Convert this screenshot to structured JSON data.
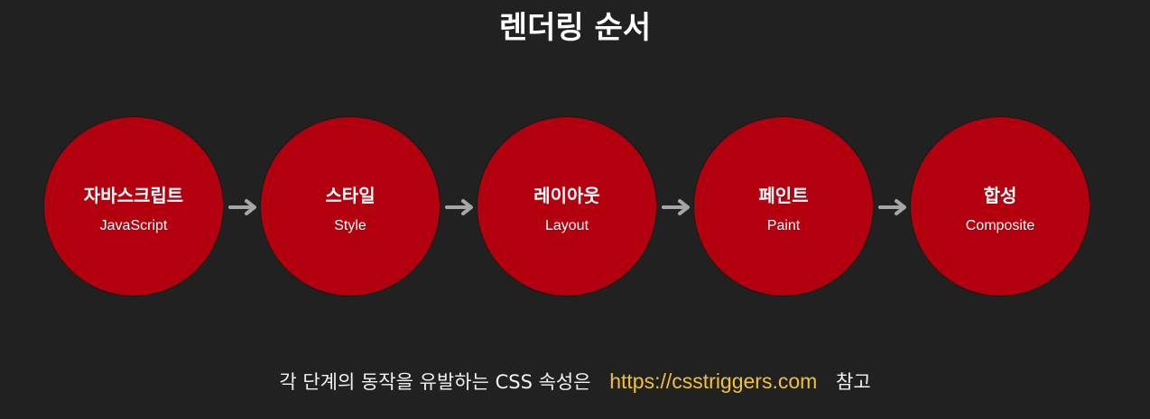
{
  "title": "렌더링 순서",
  "stages": [
    {
      "ko": "자바스크립트",
      "en": "JavaScript"
    },
    {
      "ko": "스타일",
      "en": "Style"
    },
    {
      "ko": "레이아웃",
      "en": "Layout"
    },
    {
      "ko": "페인트",
      "en": "Paint"
    },
    {
      "ko": "합성",
      "en": "Composite"
    }
  ],
  "footer": {
    "prefix": "각 단계의 동작을 유발하는 CSS 속성은",
    "link": "https://csstriggers.com",
    "suffix": "참고"
  },
  "colors": {
    "background": "#212121",
    "stage_fill": "#b3000e",
    "arrow": "#a6a6a6",
    "link": "#f1c232"
  },
  "icons": {
    "connector": "right-arrow-icon"
  }
}
